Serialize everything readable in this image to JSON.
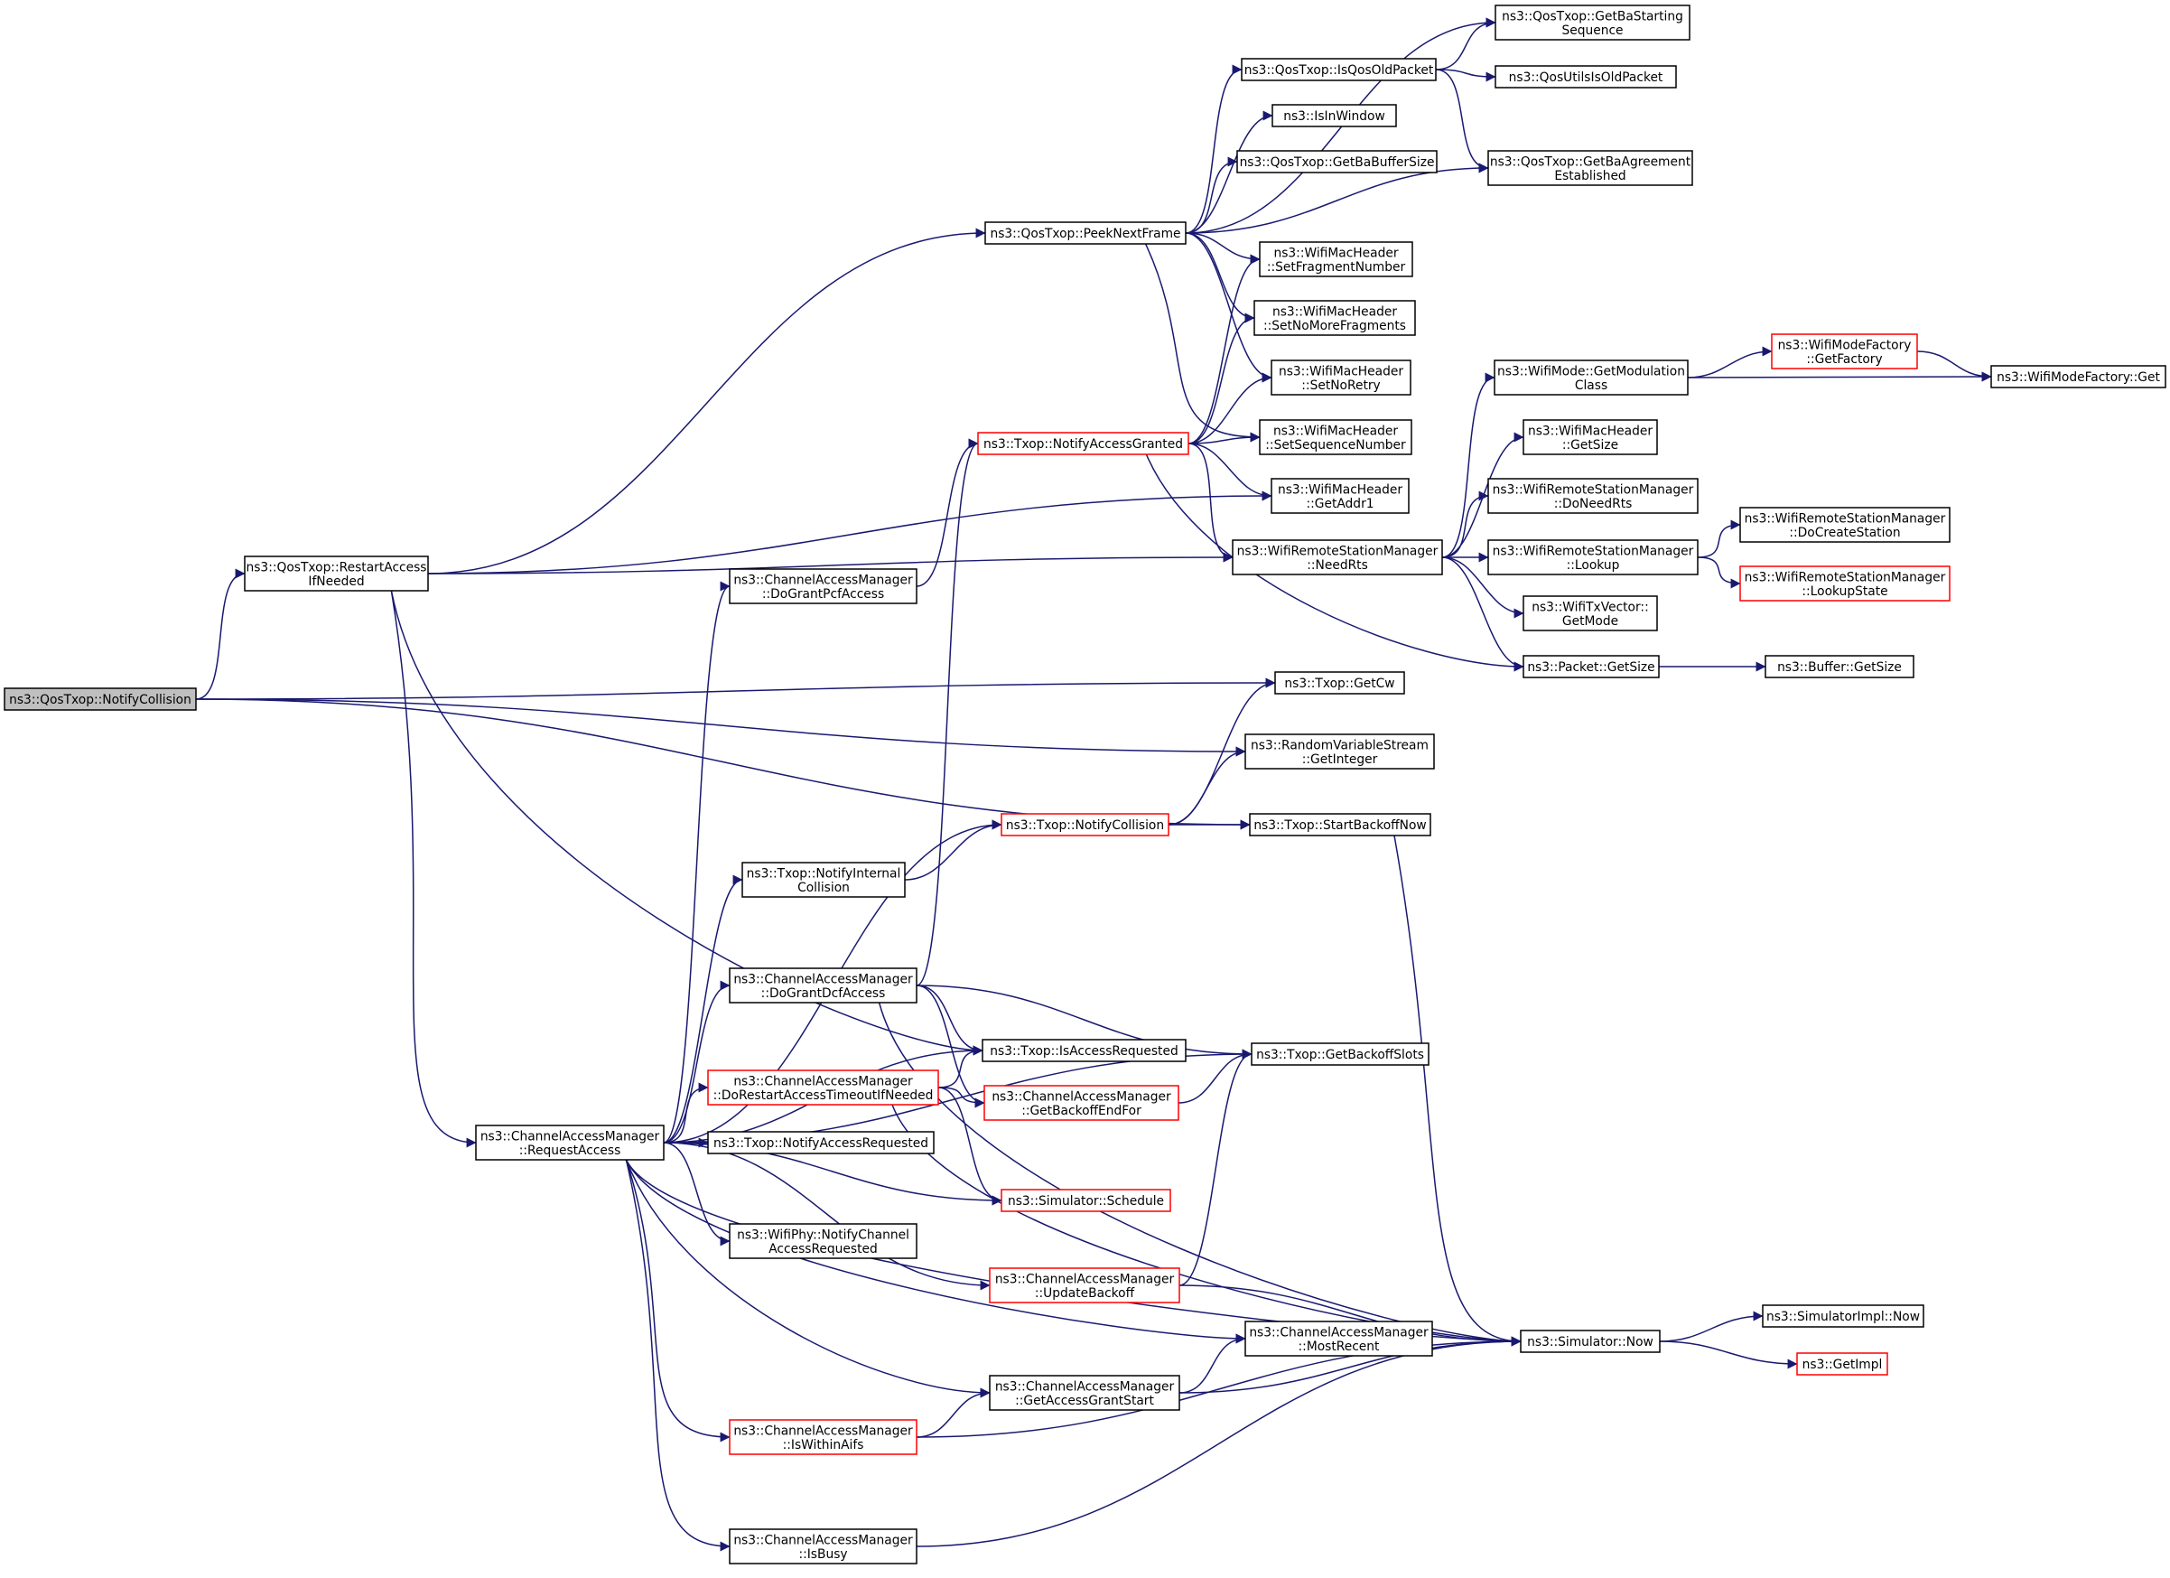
{
  "diagram": {
    "type": "call-graph",
    "colors": {
      "edge": "#191970",
      "node_border": "#000000",
      "node_border_truncated": "#ff0000",
      "root_fill": "#bfbfbf",
      "background": "#ffffff"
    },
    "nodes": [
      {
        "id": "root",
        "lines": [
          "ns3::QosTxop::NotifyCollision"
        ],
        "style": "root"
      },
      {
        "id": "restart",
        "lines": [
          "ns3::QosTxop::RestartAccess",
          "IfNeeded"
        ],
        "style": "normal"
      },
      {
        "id": "peek",
        "lines": [
          "ns3::QosTxop::PeekNextFrame"
        ],
        "style": "normal"
      },
      {
        "id": "getBaStart",
        "lines": [
          "ns3::QosTxop::GetBaStarting",
          "Sequence"
        ],
        "style": "normal"
      },
      {
        "id": "isQosOld",
        "lines": [
          "ns3::QosTxop::IsQosOldPacket"
        ],
        "style": "normal"
      },
      {
        "id": "qosUtilsOld",
        "lines": [
          "ns3::QosUtilsIsOldPacket"
        ],
        "style": "normal"
      },
      {
        "id": "isInWindow",
        "lines": [
          "ns3::IsInWindow"
        ],
        "style": "normal"
      },
      {
        "id": "getBaBuf",
        "lines": [
          "ns3::QosTxop::GetBaBufferSize"
        ],
        "style": "normal"
      },
      {
        "id": "getBaAgree",
        "lines": [
          "ns3::QosTxop::GetBaAgreement",
          "Established"
        ],
        "style": "normal"
      },
      {
        "id": "setFrag",
        "lines": [
          "ns3::WifiMacHeader",
          "::SetFragmentNumber"
        ],
        "style": "normal"
      },
      {
        "id": "setNoMore",
        "lines": [
          "ns3::WifiMacHeader",
          "::SetNoMoreFragments"
        ],
        "style": "normal"
      },
      {
        "id": "setNoRetry",
        "lines": [
          "ns3::WifiMacHeader",
          "::SetNoRetry"
        ],
        "style": "normal"
      },
      {
        "id": "setSeq",
        "lines": [
          "ns3::WifiMacHeader",
          "::SetSequenceNumber"
        ],
        "style": "normal"
      },
      {
        "id": "getAddr1",
        "lines": [
          "ns3::WifiMacHeader",
          "::GetAddr1"
        ],
        "style": "normal"
      },
      {
        "id": "txopNAG",
        "lines": [
          "ns3::Txop::NotifyAccessGranted"
        ],
        "style": "red"
      },
      {
        "id": "needRts",
        "lines": [
          "ns3::WifiRemoteStationManager",
          "::NeedRts"
        ],
        "style": "normal"
      },
      {
        "id": "getModClass",
        "lines": [
          "ns3::WifiMode::GetModulation",
          "Class"
        ],
        "style": "normal"
      },
      {
        "id": "getFactory",
        "lines": [
          "ns3::WifiModeFactory",
          "::GetFactory"
        ],
        "style": "red"
      },
      {
        "id": "wmfGet",
        "lines": [
          "ns3::WifiModeFactory::Get"
        ],
        "style": "normal"
      },
      {
        "id": "wmhGetSize",
        "lines": [
          "ns3::WifiMacHeader",
          "::GetSize"
        ],
        "style": "normal"
      },
      {
        "id": "doNeedRts",
        "lines": [
          "ns3::WifiRemoteStationManager",
          "::DoNeedRts"
        ],
        "style": "normal"
      },
      {
        "id": "lookup",
        "lines": [
          "ns3::WifiRemoteStationManager",
          "::Lookup"
        ],
        "style": "normal"
      },
      {
        "id": "doCreate",
        "lines": [
          "ns3::WifiRemoteStationManager",
          "::DoCreateStation"
        ],
        "style": "normal"
      },
      {
        "id": "lookupState",
        "lines": [
          "ns3::WifiRemoteStationManager",
          "::LookupState"
        ],
        "style": "red"
      },
      {
        "id": "txGetMode",
        "lines": [
          "ns3::WifiTxVector::",
          "GetMode"
        ],
        "style": "normal"
      },
      {
        "id": "pktGetSize",
        "lines": [
          "ns3::Packet::GetSize"
        ],
        "style": "normal"
      },
      {
        "id": "bufGetSize",
        "lines": [
          "ns3::Buffer::GetSize"
        ],
        "style": "normal"
      },
      {
        "id": "doGrantPcf",
        "lines": [
          "ns3::ChannelAccessManager",
          "::DoGrantPcfAccess"
        ],
        "style": "normal"
      },
      {
        "id": "getCw",
        "lines": [
          "ns3::Txop::GetCw"
        ],
        "style": "normal"
      },
      {
        "id": "rvsInt",
        "lines": [
          "ns3::RandomVariableStream",
          "::GetInteger"
        ],
        "style": "normal"
      },
      {
        "id": "txopNC",
        "lines": [
          "ns3::Txop::NotifyCollision"
        ],
        "style": "red"
      },
      {
        "id": "startBackoff",
        "lines": [
          "ns3::Txop::StartBackoffNow"
        ],
        "style": "normal"
      },
      {
        "id": "notifyInternal",
        "lines": [
          "ns3::Txop::NotifyInternal",
          "Collision"
        ],
        "style": "normal"
      },
      {
        "id": "doGrantDcf",
        "lines": [
          "ns3::ChannelAccessManager",
          "::DoGrantDcfAccess"
        ],
        "style": "normal"
      },
      {
        "id": "isAccReq",
        "lines": [
          "ns3::Txop::IsAccessRequested"
        ],
        "style": "normal"
      },
      {
        "id": "getBackoffSlots",
        "lines": [
          "ns3::Txop::GetBackoffSlots"
        ],
        "style": "normal"
      },
      {
        "id": "doRestart",
        "lines": [
          "ns3::ChannelAccessManager",
          "::DoRestartAccessTimeoutIfNeeded"
        ],
        "style": "red"
      },
      {
        "id": "getBackoffEnd",
        "lines": [
          "ns3::ChannelAccessManager",
          "::GetBackoffEndFor"
        ],
        "style": "red"
      },
      {
        "id": "reqAccess",
        "lines": [
          "ns3::ChannelAccessManager",
          "::RequestAccess"
        ],
        "style": "normal"
      },
      {
        "id": "notifyAccReq",
        "lines": [
          "ns3::Txop::NotifyAccessRequested"
        ],
        "style": "normal"
      },
      {
        "id": "schedule",
        "lines": [
          "ns3::Simulator::Schedule"
        ],
        "style": "red"
      },
      {
        "id": "phyNotify",
        "lines": [
          "ns3::WifiPhy::NotifyChannel",
          "AccessRequested"
        ],
        "style": "normal"
      },
      {
        "id": "updateBackoff",
        "lines": [
          "ns3::ChannelAccessManager",
          "::UpdateBackoff"
        ],
        "style": "red"
      },
      {
        "id": "mostRecent",
        "lines": [
          "ns3::ChannelAccessManager",
          "::MostRecent"
        ],
        "style": "normal"
      },
      {
        "id": "simNow",
        "lines": [
          "ns3::Simulator::Now"
        ],
        "style": "normal"
      },
      {
        "id": "simImplNow",
        "lines": [
          "ns3::SimulatorImpl::Now"
        ],
        "style": "normal"
      },
      {
        "id": "getImpl",
        "lines": [
          "ns3::GetImpl"
        ],
        "style": "red"
      },
      {
        "id": "getAccGrant",
        "lines": [
          "ns3::ChannelAccessManager",
          "::GetAccessGrantStart"
        ],
        "style": "normal"
      },
      {
        "id": "isWithinAifs",
        "lines": [
          "ns3::ChannelAccessManager",
          "::IsWithinAifs"
        ],
        "style": "red"
      },
      {
        "id": "isBusy",
        "lines": [
          "ns3::ChannelAccessManager",
          "::IsBusy"
        ],
        "style": "normal"
      }
    ],
    "edges": [
      {
        "from": "root",
        "to": "restart"
      },
      {
        "from": "root",
        "to": "getCw"
      },
      {
        "from": "root",
        "to": "rvsInt"
      },
      {
        "from": "root",
        "to": "startBackoff"
      },
      {
        "from": "restart",
        "to": "peek"
      },
      {
        "from": "restart",
        "to": "getAddr1"
      },
      {
        "from": "restart",
        "to": "needRts"
      },
      {
        "from": "restart",
        "to": "isAccReq"
      },
      {
        "from": "restart",
        "to": "reqAccess"
      },
      {
        "from": "peek",
        "to": "getBaStart"
      },
      {
        "from": "peek",
        "to": "isQosOld"
      },
      {
        "from": "peek",
        "to": "isInWindow"
      },
      {
        "from": "peek",
        "to": "getBaBuf"
      },
      {
        "from": "peek",
        "to": "getBaAgree"
      },
      {
        "from": "peek",
        "to": "setFrag"
      },
      {
        "from": "peek",
        "to": "setNoMore"
      },
      {
        "from": "peek",
        "to": "setNoRetry"
      },
      {
        "from": "peek",
        "to": "setSeq"
      },
      {
        "from": "isQosOld",
        "to": "getBaStart"
      },
      {
        "from": "isQosOld",
        "to": "qosUtilsOld"
      },
      {
        "from": "isQosOld",
        "to": "getBaAgree"
      },
      {
        "from": "txopNAG",
        "to": "setFrag"
      },
      {
        "from": "txopNAG",
        "to": "setNoMore"
      },
      {
        "from": "txopNAG",
        "to": "setNoRetry"
      },
      {
        "from": "txopNAG",
        "to": "setSeq"
      },
      {
        "from": "txopNAG",
        "to": "getAddr1"
      },
      {
        "from": "txopNAG",
        "to": "needRts"
      },
      {
        "from": "txopNAG",
        "to": "pktGetSize"
      },
      {
        "from": "needRts",
        "to": "getModClass"
      },
      {
        "from": "needRts",
        "to": "wmhGetSize"
      },
      {
        "from": "needRts",
        "to": "doNeedRts"
      },
      {
        "from": "needRts",
        "to": "lookup"
      },
      {
        "from": "needRts",
        "to": "txGetMode"
      },
      {
        "from": "needRts",
        "to": "pktGetSize"
      },
      {
        "from": "getModClass",
        "to": "getFactory"
      },
      {
        "from": "getModClass",
        "to": "wmfGet"
      },
      {
        "from": "getFactory",
        "to": "wmfGet"
      },
      {
        "from": "lookup",
        "to": "doCreate"
      },
      {
        "from": "lookup",
        "to": "lookupState"
      },
      {
        "from": "pktGetSize",
        "to": "bufGetSize"
      },
      {
        "from": "doGrantPcf",
        "to": "txopNAG"
      },
      {
        "from": "txopNC",
        "to": "getCw"
      },
      {
        "from": "txopNC",
        "to": "rvsInt"
      },
      {
        "from": "txopNC",
        "to": "startBackoff"
      },
      {
        "from": "startBackoff",
        "to": "simNow"
      },
      {
        "from": "notifyInternal",
        "to": "txopNC"
      },
      {
        "from": "doGrantDcf",
        "to": "txopNAG"
      },
      {
        "from": "doGrantDcf",
        "to": "isAccReq"
      },
      {
        "from": "doGrantDcf",
        "to": "getBackoffSlots"
      },
      {
        "from": "doGrantDcf",
        "to": "getBackoffEnd"
      },
      {
        "from": "doGrantDcf",
        "to": "simNow"
      },
      {
        "from": "doRestart",
        "to": "isAccReq"
      },
      {
        "from": "doRestart",
        "to": "getBackoffEnd"
      },
      {
        "from": "doRestart",
        "to": "schedule"
      },
      {
        "from": "doRestart",
        "to": "simNow"
      },
      {
        "from": "getBackoffEnd",
        "to": "getBackoffSlots"
      },
      {
        "from": "reqAccess",
        "to": "doGrantPcf"
      },
      {
        "from": "reqAccess",
        "to": "txopNC"
      },
      {
        "from": "reqAccess",
        "to": "notifyInternal"
      },
      {
        "from": "reqAccess",
        "to": "doGrantDcf"
      },
      {
        "from": "reqAccess",
        "to": "getBackoffSlots"
      },
      {
        "from": "reqAccess",
        "to": "isAccReq"
      },
      {
        "from": "reqAccess",
        "to": "doRestart"
      },
      {
        "from": "reqAccess",
        "to": "notifyAccReq"
      },
      {
        "from": "reqAccess",
        "to": "schedule"
      },
      {
        "from": "reqAccess",
        "to": "phyNotify"
      },
      {
        "from": "reqAccess",
        "to": "updateBackoff"
      },
      {
        "from": "reqAccess",
        "to": "mostRecent"
      },
      {
        "from": "reqAccess",
        "to": "getAccGrant"
      },
      {
        "from": "reqAccess",
        "to": "isWithinAifs"
      },
      {
        "from": "reqAccess",
        "to": "simNow"
      },
      {
        "from": "reqAccess",
        "to": "isBusy"
      },
      {
        "from": "updateBackoff",
        "to": "getBackoffSlots"
      },
      {
        "from": "updateBackoff",
        "to": "simNow"
      },
      {
        "from": "getAccGrant",
        "to": "mostRecent"
      },
      {
        "from": "getAccGrant",
        "to": "simNow"
      },
      {
        "from": "isWithinAifs",
        "to": "getAccGrant"
      },
      {
        "from": "isWithinAifs",
        "to": "simNow"
      },
      {
        "from": "isBusy",
        "to": "simNow"
      },
      {
        "from": "simNow",
        "to": "simImplNow"
      },
      {
        "from": "simNow",
        "to": "getImpl"
      }
    ]
  }
}
